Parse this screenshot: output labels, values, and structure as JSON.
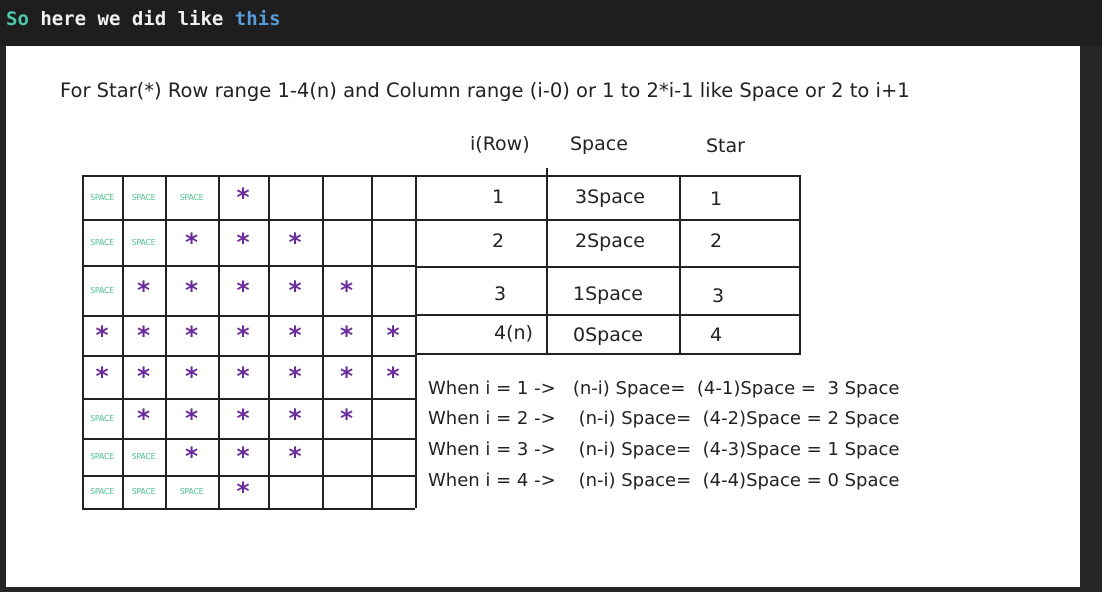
{
  "header": {
    "word_so": "So",
    "words_middle": " here we did like ",
    "word_this": "this"
  },
  "note": {
    "title": "For Star(*) Row range 1-4(n) and Column range (i-0) or 1 to 2*i-1 like Space or 2 to i+1",
    "grid": {
      "rows": [
        [
          "SPACE",
          "SPACE",
          "SPACE",
          "*",
          "",
          "",
          ""
        ],
        [
          "SPACE",
          "SPACE",
          "*",
          "*",
          "*",
          "",
          ""
        ],
        [
          "SPACE",
          "*",
          "*",
          "*",
          "*",
          "*",
          ""
        ],
        [
          "*",
          "*",
          "*",
          "*",
          "*",
          "*",
          "*"
        ],
        [
          "*",
          "*",
          "*",
          "*",
          "*",
          "*",
          "*"
        ],
        [
          "SPACE",
          "*",
          "*",
          "*",
          "*",
          "*",
          ""
        ],
        [
          "SPACE",
          "SPACE",
          "*",
          "*",
          "*",
          "",
          ""
        ],
        [
          "SPACE",
          "SPACE",
          "SPACE",
          "*",
          "",
          "",
          ""
        ]
      ]
    },
    "table": {
      "headers": [
        "i(Row)",
        "Space",
        "Star"
      ],
      "rows": [
        [
          "1",
          "3Space",
          "1"
        ],
        [
          "2",
          "2Space",
          "2"
        ],
        [
          "3",
          "1Space",
          "3"
        ],
        [
          "4(n)",
          "0Space",
          "4"
        ]
      ]
    },
    "formulas": [
      "When i = 1 ->   (n-i) Space=  (4-1)Space =  3 Space",
      "When i = 2 ->    (n-i) Space=  (4-2)Space = 2 Space",
      "When i = 3 ->    (n-i) Space=  (4-3)Space = 1 Space",
      "When i = 4 ->    (n-i) Space=  (4-4)Space = 0 Space"
    ],
    "colors": {
      "star": "#6a2c9a",
      "space": "#52c48d",
      "header_bg": "#1e1e1e",
      "teal": "#4ec9b0",
      "blue": "#569cd6"
    }
  }
}
